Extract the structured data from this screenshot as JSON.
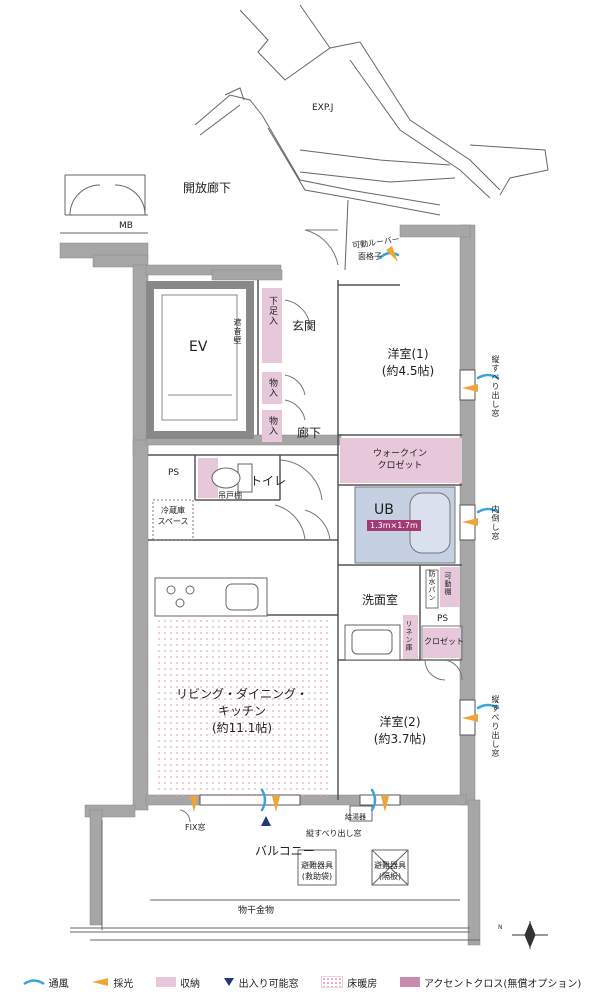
{
  "labels": {
    "exp_j": "EXP.J",
    "open_corridor": "開放廊下",
    "mb": "MB",
    "louver": "可動ルーバー",
    "lattice": "面格子",
    "ev": "EV",
    "soundproof_wall": "遮音壁",
    "shoe_box": "下足入",
    "entrance": "玄関",
    "storage_1": "物入",
    "storage_2": "物入",
    "hallway": "廊下",
    "bedroom1_name": "洋室(1)",
    "bedroom1_size": "(約4.5帖)",
    "window_slide_1": "縦すべり出し窓",
    "walkin_line1": "ウォークイン",
    "walkin_line2": "クロゼット",
    "ps_1": "PS",
    "toilet": "トイレ",
    "hanging_shelf": "吊戸棚",
    "fridge_line1": "冷蔵庫",
    "fridge_line2": "スペース",
    "ub": "UB",
    "ub_size": "1.3m×1.7m",
    "window_tilt": "内倒し窓",
    "washroom": "洗面室",
    "waterproof_pan": "防水パン",
    "movable_shelf": "可動棚",
    "ps_2": "PS",
    "linen_shelf": "リネン庫",
    "closet": "クロゼット",
    "ldk_line1": "リビング・ダイニング・",
    "ldk_line2": "キッチン",
    "ldk_size": "(約11.1帖)",
    "bedroom2_name": "洋室(2)",
    "bedroom2_size": "(約3.7帖)",
    "window_slide_2": "縦すべり出し窓",
    "fix_window": "FIX窓",
    "water_heater": "給湯器",
    "window_slide_3": "縦すべり出し窓",
    "balcony": "バルコニー",
    "evac1_line1": "避難器具",
    "evac1_line2": "(救助袋)",
    "evac2_line1": "避難器具",
    "evac2_line2": "(隔板)",
    "laundry": "物干金物",
    "north_mark": "N"
  },
  "legend": [
    {
      "name": "ventilation",
      "label": "通風"
    },
    {
      "name": "daylight",
      "label": "採光"
    },
    {
      "name": "storage",
      "label": "収納"
    },
    {
      "name": "door-access",
      "label": "出入り可能窓"
    },
    {
      "name": "floor-heating",
      "label": "床暖房"
    },
    {
      "name": "accent-cloth",
      "label": "アクセントクロス(無償オプション)"
    }
  ],
  "colors": {
    "wall": "#a6a6a6",
    "storage": "#e7c7da",
    "accent": "#c98bb0",
    "floor_heating_dot": "#e9a6c2",
    "bath": "#c5d0e2",
    "ub_badge": "#a33a73",
    "ventilation": "#3aa3d9",
    "daylight": "#f0a53a",
    "access": "#1e3a7a"
  }
}
